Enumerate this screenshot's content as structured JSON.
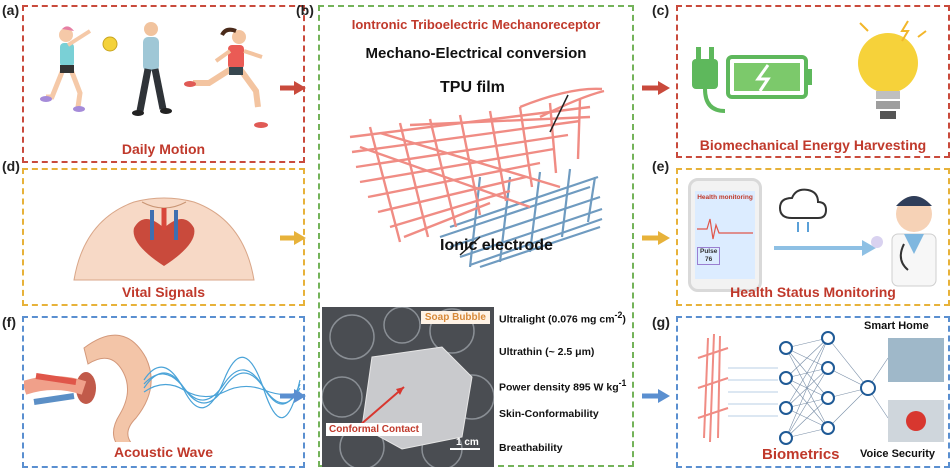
{
  "labels": {
    "a": "(a)",
    "b": "(b)",
    "c": "(c)",
    "d": "(d)",
    "e": "(e)",
    "f": "(f)",
    "g": "(g)"
  },
  "panel_a": {
    "title": "Daily Motion"
  },
  "panel_b": {
    "title": "Iontronic Triboelectric Mechanoreceptor",
    "subtitle": "Mechano-Electrical conversion",
    "tpu_label": "TPU film",
    "electrode_label": "Ionic electrode",
    "photo_tag": "Soap Bubble",
    "contact_label": "Conformal Contact",
    "scale_label": "1 cm",
    "properties": [
      {
        "pre": "Ultralight (0.076 mg cm",
        "sup": "-2",
        "post": ")"
      },
      {
        "pre": "Ultrathin (~ 2.5 μm)",
        "sup": "",
        "post": ""
      },
      {
        "pre": "Power density 895 W kg",
        "sup": "-1",
        "post": ""
      },
      {
        "pre": "Skin-Conformability",
        "sup": "",
        "post": ""
      },
      {
        "pre": "Breathability",
        "sup": "",
        "post": ""
      }
    ]
  },
  "panel_c": {
    "title": "Biomechanical Energy Harvesting"
  },
  "panel_d": {
    "title": "Vital Signals"
  },
  "panel_e": {
    "title": "Health Status Monitoring",
    "phone_header": "Health monitoring",
    "pulse_label": "Pulse",
    "pulse_value": "76"
  },
  "panel_f": {
    "title": "Acoustic Wave"
  },
  "panel_g": {
    "title": "Biometrics",
    "smart_home": "Smart Home",
    "voice_security": "Voice Security"
  },
  "colors": {
    "red": "#c0392b",
    "yellow": "#e7b23a",
    "blue": "#5a8fd0",
    "green": "#74b35a",
    "fiber_pink": "#f08c84",
    "fiber_blue": "#6f9bc0"
  }
}
